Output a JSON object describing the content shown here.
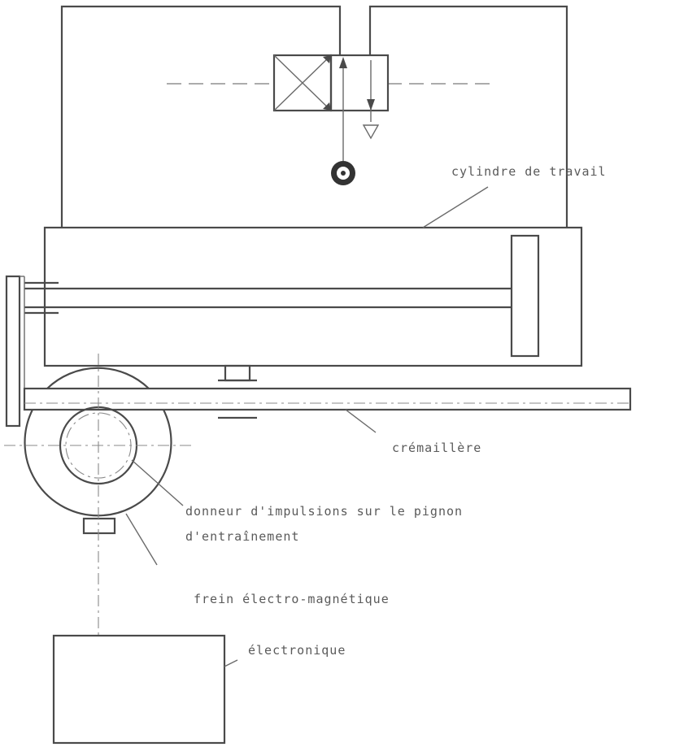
{
  "labels": {
    "working_cylinder": "cylindre de travail",
    "rack": "crémaillère",
    "pulse_generator_line1": "donneur d'impulsions sur le pignon",
    "pulse_generator_line2": "d'entraînement",
    "brake": "frein électro-magnétique",
    "electronics": "électronique"
  },
  "colors": {
    "line": "#4a4a4a",
    "text": "#5a5a5a",
    "background": "#ffffff"
  }
}
